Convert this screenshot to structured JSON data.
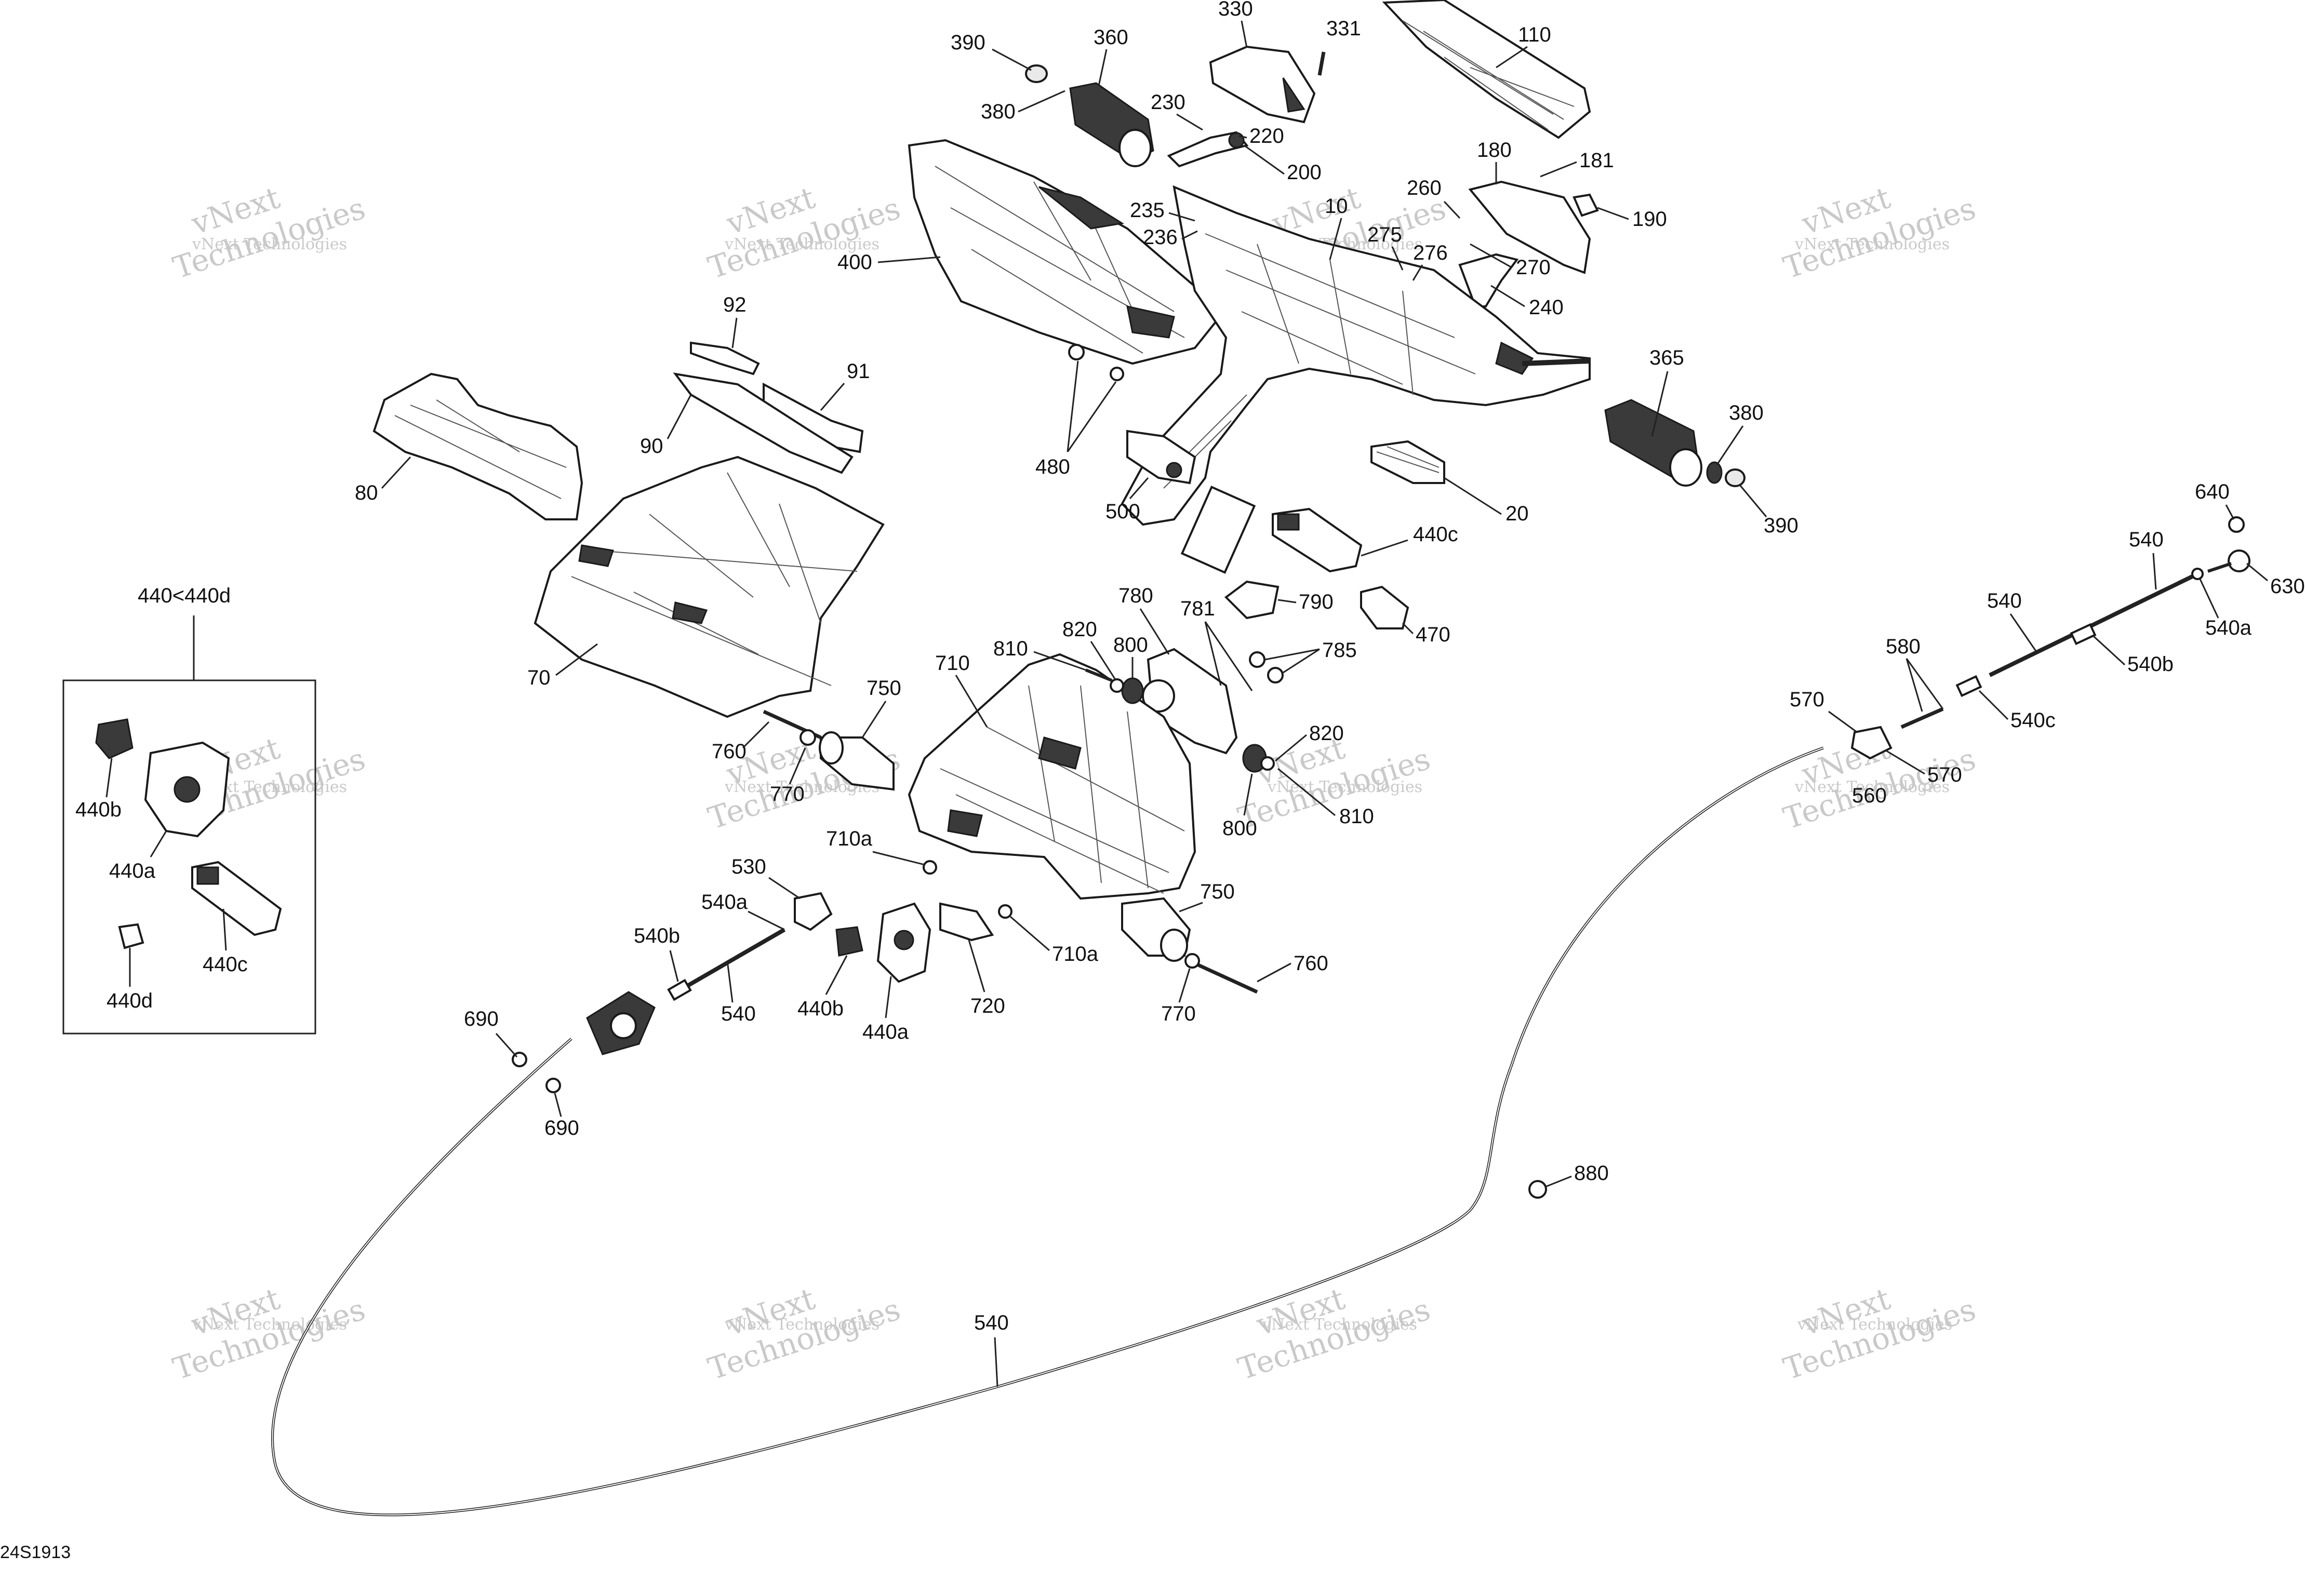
{
  "diagram": {
    "reference_code": "24S1913",
    "kit_box_label": "440<440d",
    "watermark_line1": "vNext",
    "watermark_line2": "Technologies",
    "watermark_small": "vNext Technologies",
    "labels": {
      "l330": "330",
      "l331": "331",
      "l110": "110",
      "l390a": "390",
      "l360": "360",
      "l380a": "380",
      "l230": "230",
      "l220": "220",
      "l200": "200",
      "l180": "180",
      "l181": "181",
      "l190": "190",
      "l260": "260",
      "l235": "235",
      "l236": "236",
      "l10": "10",
      "l275": "275",
      "l276": "276",
      "l270": "270",
      "l240": "240",
      "l400": "400",
      "l92": "92",
      "l91": "91",
      "l90": "90",
      "l80": "80",
      "l365": "365",
      "l380b": "380",
      "l390b": "390",
      "l480": "480",
      "l500": "500",
      "l20": "20",
      "l440c_top": "440c",
      "l70": "70",
      "l640": "640",
      "l630": "630",
      "l540_top": "540",
      "l540a_top": "540a",
      "l540_mid": "540",
      "l540b_top": "540b",
      "l540c_top": "540c",
      "l580": "580",
      "l570a": "570",
      "l570b": "570",
      "l560": "560",
      "l780": "780",
      "l781": "781",
      "l790": "790",
      "l785": "785",
      "l470": "470",
      "l820a": "820",
      "l810a": "810",
      "l800a": "800",
      "l710": "710",
      "l750a": "750",
      "l760a": "760",
      "l770a": "770",
      "l820b": "820",
      "l800b": "800",
      "l810b": "810",
      "l710a_top": "710a",
      "l530": "530",
      "l540a_bot": "540a",
      "l540b_bot": "540b",
      "l540_bot": "540",
      "l440b_bot": "440b",
      "l440a_bot": "440a",
      "l720": "720",
      "l710a_bot": "710a",
      "l750b": "750",
      "l760b": "760",
      "l770b": "770",
      "l690a": "690",
      "l690b": "690",
      "l880": "880",
      "l540_cable": "540",
      "l440b_kit": "440b",
      "l440a_kit": "440a",
      "l440c_kit": "440c",
      "l440d_kit": "440d"
    }
  }
}
